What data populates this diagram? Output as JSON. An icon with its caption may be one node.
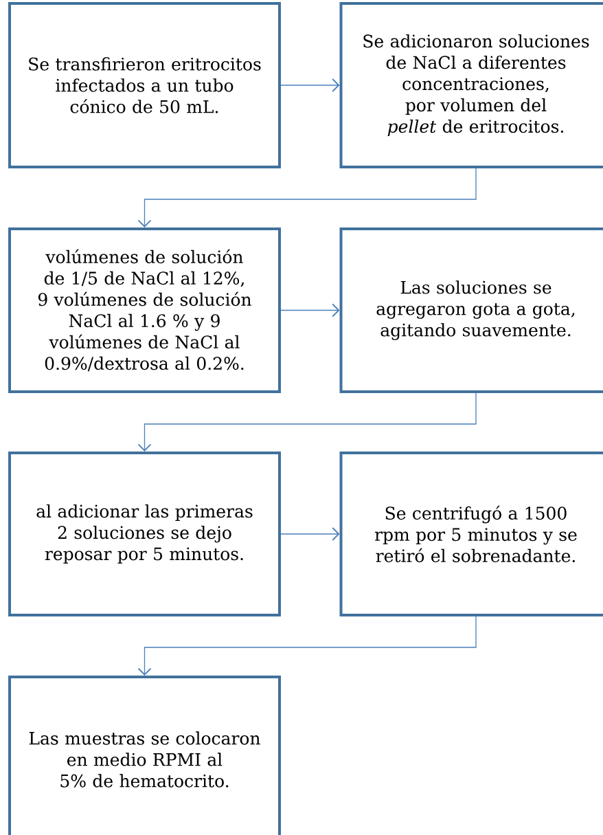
{
  "diagram": {
    "nodes": [
      {
        "text": [
          "Se transfirieron eritrocitos infectados a un tubo cónico de 50 mL."
        ]
      },
      {
        "text": [
          "Se adicionaron soluciones de NaCl a diferentes concentraciones, por volumen del *pellet* de eritrocitos."
        ]
      },
      {
        "text": [
          "volúmenes de solución de 1/5 de NaCl al 12%, 9 volúmenes de solución NaCl al 1.6 % y 9 volúmenes de NaCl al 0.9%/dextrosa al 0.2%."
        ]
      },
      {
        "text": [
          "Las soluciones se agregaron gota a gota, agitando suavemente."
        ]
      },
      {
        "text": [
          "al adicionar las primeras 2 soluciones se dejo reposar por 5 minutos."
        ]
      },
      {
        "text": [
          "Se centrifugó a 1500 rpm por 5 minutos y se retiró el sobrenadante."
        ]
      },
      {
        "text": [
          "Las muestras se colocaron en medio RPMI al 5% de hematocrito."
        ]
      }
    ],
    "edges": [
      {
        "from": 0,
        "to": 1,
        "arrow": "to"
      },
      {
        "from": 1,
        "to": 2,
        "arrow": "to"
      },
      {
        "from": 2,
        "to": 3,
        "arrow": "to"
      },
      {
        "from": 3,
        "to": 4,
        "arrow": "to"
      },
      {
        "from": 4,
        "to": 5,
        "arrow": "to"
      },
      {
        "from": 5,
        "to": 6,
        "arrow": "to"
      }
    ]
  }
}
